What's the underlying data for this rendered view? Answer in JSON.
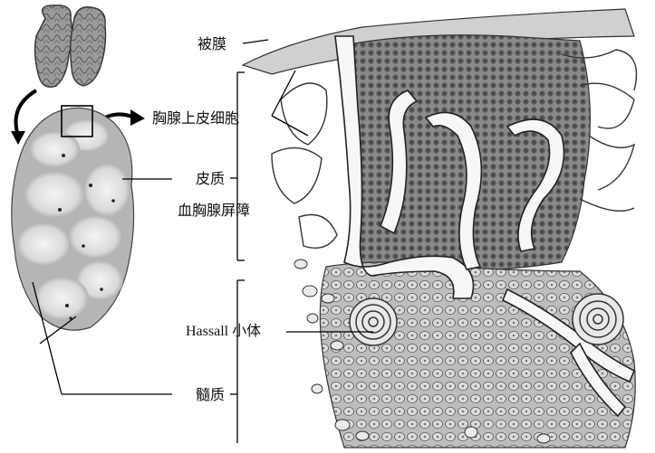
{
  "labels": {
    "capsule": "被膜",
    "epithelial_cell": "胸腺上皮细胞",
    "cortex": "皮质",
    "barrier": "血胸腺屏障",
    "hassall": "Hassall 小体",
    "medulla": "髓质"
  }
}
